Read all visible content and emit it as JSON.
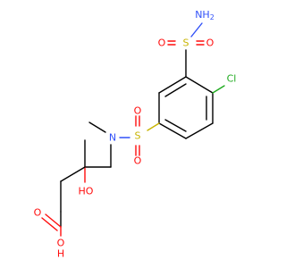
{
  "molecule": {
    "atoms": {
      "sulfonamide_nitrogen": "NH",
      "sulfonamide_nitrogen_sub": "2",
      "sulfur_top": "S",
      "oxygen_top_left": "O",
      "oxygen_top_right": "O",
      "chlorine": "Cl",
      "sulfur_middle": "S",
      "oxygen_middle_top": "O",
      "oxygen_middle_bottom": "O",
      "nitrogen_methyl": "N",
      "hydroxyl": "HO",
      "carbonyl_oxygen": "O",
      "acid_oxygen": "O",
      "acid_hydrogen": "H"
    },
    "colors": {
      "carbon_bond": "#000000",
      "nitrogen": "#3050F8",
      "oxygen": "#FF0D0D",
      "sulfur": "#C8B400",
      "chlorine": "#1FAA1F",
      "hydrogen_label": "#FF0D0D"
    }
  }
}
